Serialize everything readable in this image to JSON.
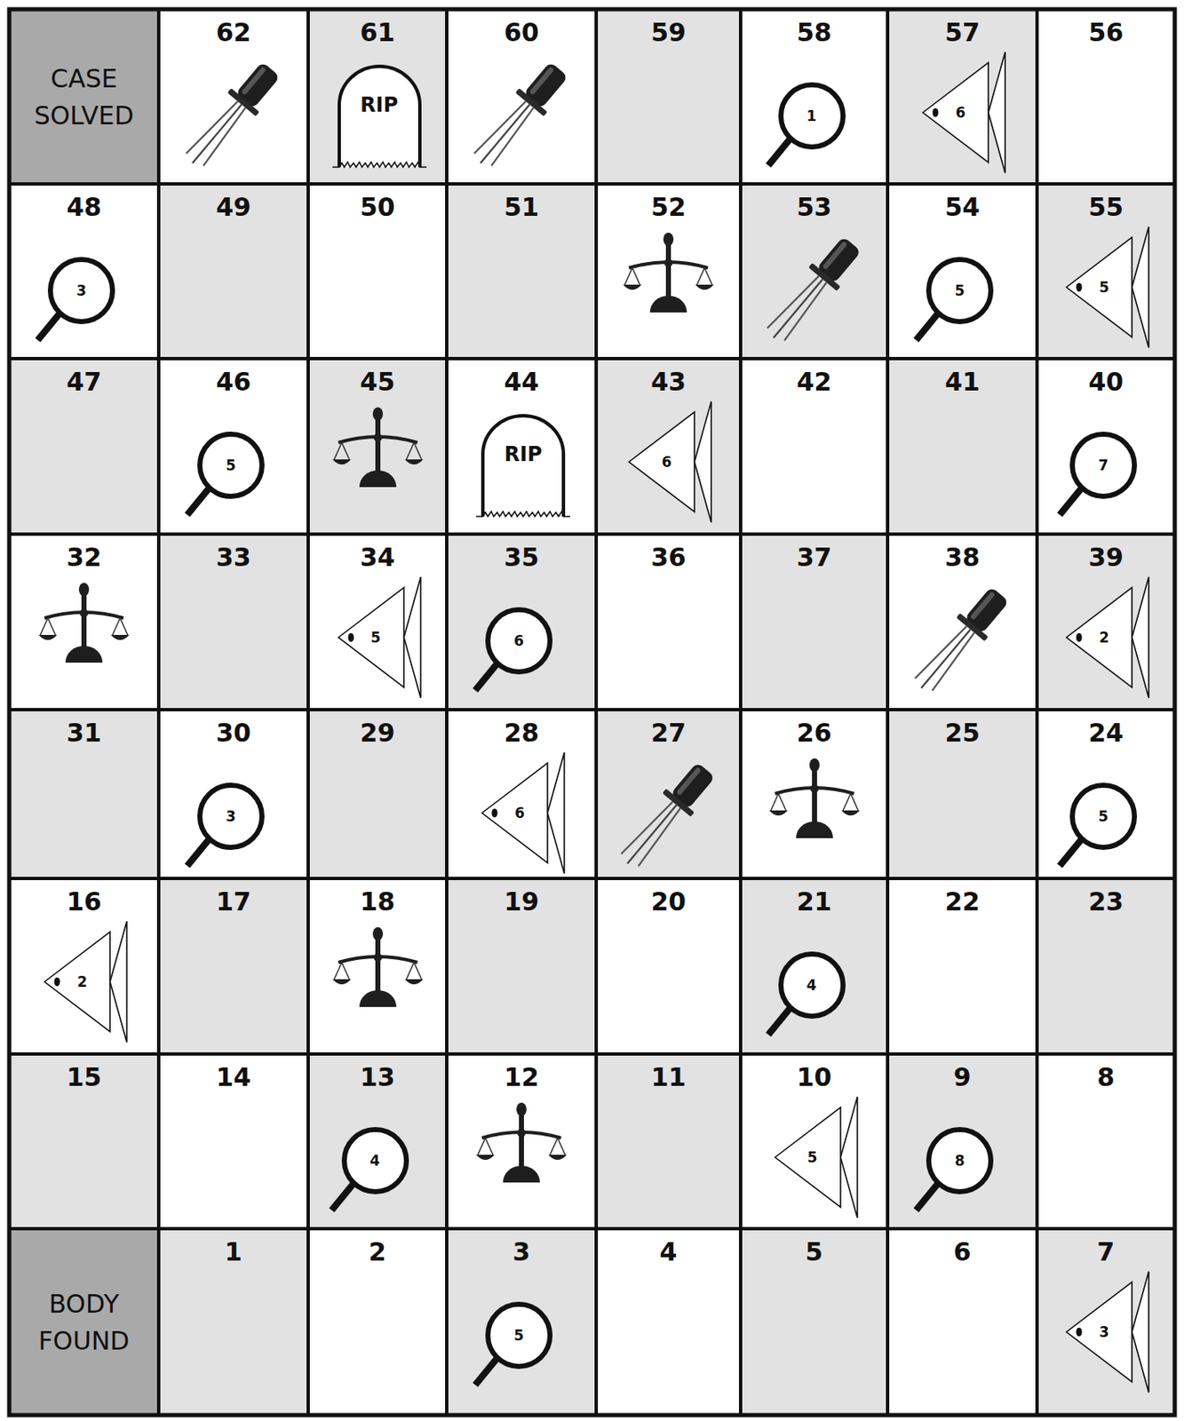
{
  "diagram": {
    "nodes": [
      {
        "text": [
          "CASE SOLVED"
        ]
      },
      {
        "text": [
          "62"
        ]
      },
      {
        "text": [
          "61"
        ]
      },
      {
        "text": [
          "RIP"
        ],
        "in": 2
      },
      {
        "text": [
          "60"
        ]
      },
      {
        "text": [
          "59"
        ]
      },
      {
        "text": [
          "58"
        ]
      },
      {
        "text": [
          "1"
        ],
        "in": 6
      },
      {
        "text": [
          "57"
        ]
      },
      {
        "text": [
          "6"
        ],
        "in": 8
      },
      {
        "text": [
          "56"
        ]
      },
      {
        "text": [
          "48"
        ]
      },
      {
        "text": [
          "3"
        ],
        "in": 11
      },
      {
        "text": [
          "49"
        ]
      },
      {
        "text": [
          "50"
        ]
      },
      {
        "text": [
          "51"
        ]
      },
      {
        "text": [
          "52"
        ]
      },
      {
        "text": [
          "53"
        ]
      },
      {
        "text": [
          "54"
        ]
      },
      {
        "text": [
          "5"
        ],
        "in": 18
      },
      {
        "text": [
          "55"
        ]
      },
      {
        "text": [
          "5"
        ],
        "in": 20
      },
      {
        "text": [
          "47"
        ]
      },
      {
        "text": [
          "46"
        ]
      },
      {
        "text": [
          "5"
        ],
        "in": 23
      },
      {
        "text": [
          "45"
        ]
      },
      {
        "text": [
          "44"
        ]
      },
      {
        "text": [
          "RIP"
        ],
        "in": 26
      },
      {
        "text": [
          "43"
        ]
      },
      {
        "text": [
          "6"
        ],
        "in": 28
      },
      {
        "text": [
          "42"
        ]
      },
      {
        "text": [
          "41"
        ]
      },
      {
        "text": [
          "40"
        ]
      },
      {
        "text": [
          "7"
        ],
        "in": 32
      },
      {
        "text": [
          "32"
        ]
      },
      {
        "text": [
          "33"
        ]
      },
      {
        "text": [
          "34"
        ]
      },
      {
        "text": [
          "5"
        ],
        "in": 36
      },
      {
        "text": [
          "35"
        ]
      },
      {
        "text": [
          "6"
        ],
        "in": 38
      },
      {
        "text": [
          "36"
        ]
      },
      {
        "text": [
          "37"
        ]
      },
      {
        "text": [
          "38"
        ]
      },
      {
        "text": [
          "39"
        ]
      },
      {
        "text": [
          "2"
        ],
        "in": 43
      },
      {
        "text": [
          "31"
        ]
      },
      {
        "text": [
          "30"
        ]
      },
      {
        "text": [
          "3"
        ],
        "in": 46
      },
      {
        "text": [
          "29"
        ]
      },
      {
        "text": [
          "28"
        ]
      },
      {
        "text": [
          "6"
        ],
        "in": 49
      },
      {
        "text": [
          "27"
        ]
      },
      {
        "text": [
          "26"
        ]
      },
      {
        "text": [
          "25"
        ]
      },
      {
        "text": [
          "24"
        ]
      },
      {
        "text": [
          "5"
        ],
        "in": 54
      },
      {
        "text": [
          "16"
        ]
      },
      {
        "text": [
          "2"
        ],
        "in": 56
      },
      {
        "text": [
          "17"
        ]
      },
      {
        "text": [
          "18"
        ]
      },
      {
        "text": [
          "19"
        ]
      },
      {
        "text": [
          "20"
        ]
      },
      {
        "text": [
          "21"
        ]
      },
      {
        "text": [
          "4"
        ],
        "in": 62
      },
      {
        "text": [
          "22"
        ]
      },
      {
        "text": [
          "23"
        ]
      },
      {
        "text": [
          "15"
        ]
      },
      {
        "text": [
          "14"
        ]
      },
      {
        "text": [
          "13"
        ]
      },
      {
        "text": [
          "4"
        ],
        "in": 68
      },
      {
        "text": [
          "12"
        ]
      },
      {
        "text": [
          "11"
        ]
      },
      {
        "text": [
          "10"
        ]
      },
      {
        "text": [
          "5"
        ],
        "in": 72
      },
      {
        "text": [
          "9"
        ]
      },
      {
        "text": [
          "8"
        ],
        "in": 74
      },
      {
        "text": [
          "8"
        ]
      },
      {
        "text": [
          "BODY FOUND"
        ]
      },
      {
        "text": [
          "1"
        ]
      },
      {
        "text": [
          "2"
        ]
      },
      {
        "text": [
          "3"
        ]
      },
      {
        "text": [
          "5"
        ],
        "in": 80
      },
      {
        "text": [
          "4"
        ]
      },
      {
        "text": [
          "5"
        ]
      },
      {
        "text": [
          "6"
        ]
      },
      {
        "text": [
          "7"
        ]
      },
      {
        "text": [
          "3"
        ],
        "in": 85
      }
    ]
  }
}
